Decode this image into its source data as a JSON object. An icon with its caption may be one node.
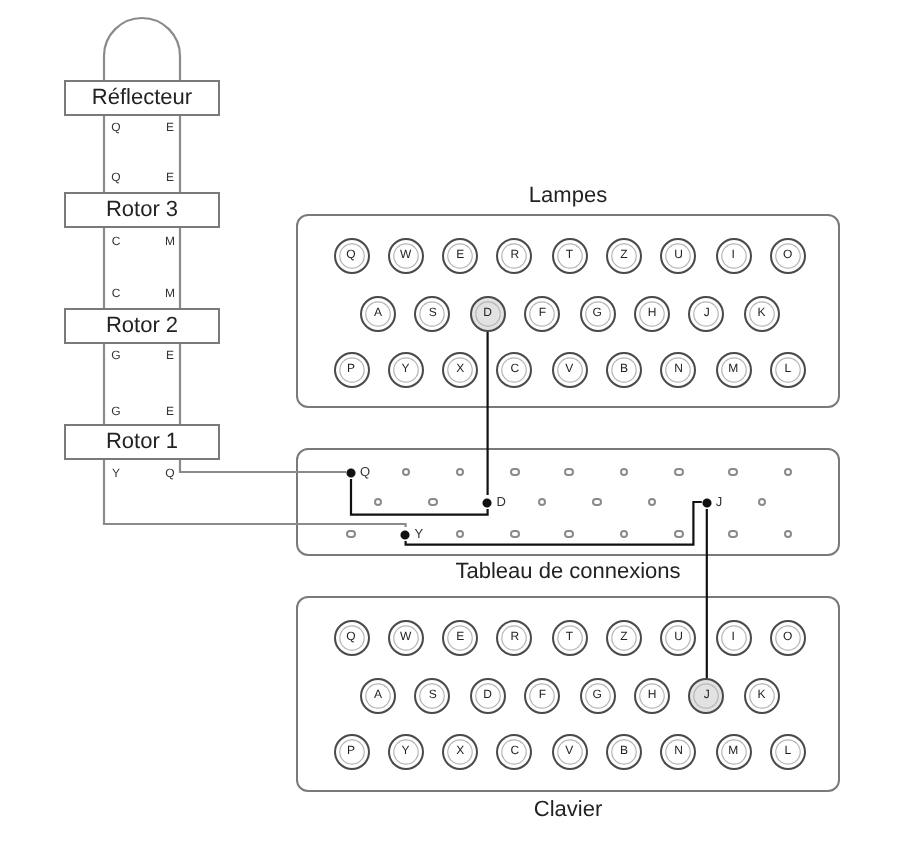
{
  "diagram": {
    "nodes": [
      {
        "text": [
          "Réflecteur"
        ]
      },
      {
        "text": [
          "Rotor 3"
        ]
      },
      {
        "text": [
          "Rotor 2"
        ]
      },
      {
        "text": [
          "Rotor 1"
        ]
      },
      {
        "text": [
          "Lampes"
        ]
      },
      {
        "text": [
          "Q"
        ],
        "in": 4
      },
      {
        "text": [
          "W"
        ],
        "in": 4
      },
      {
        "text": [
          "E"
        ],
        "in": 4
      },
      {
        "text": [
          "R"
        ],
        "in": 4
      },
      {
        "text": [
          "T"
        ],
        "in": 4
      },
      {
        "text": [
          "Z"
        ],
        "in": 4
      },
      {
        "text": [
          "U"
        ],
        "in": 4
      },
      {
        "text": [
          "I"
        ],
        "in": 4
      },
      {
        "text": [
          "O"
        ],
        "in": 4
      },
      {
        "text": [
          "A"
        ],
        "in": 4
      },
      {
        "text": [
          "S"
        ],
        "in": 4
      },
      {
        "text": [
          "D"
        ],
        "in": 4
      },
      {
        "text": [
          "F"
        ],
        "in": 4
      },
      {
        "text": [
          "G"
        ],
        "in": 4
      },
      {
        "text": [
          "H"
        ],
        "in": 4
      },
      {
        "text": [
          "J"
        ],
        "in": 4
      },
      {
        "text": [
          "K"
        ],
        "in": 4
      },
      {
        "text": [
          "P"
        ],
        "in": 4
      },
      {
        "text": [
          "Y"
        ],
        "in": 4
      },
      {
        "text": [
          "X"
        ],
        "in": 4
      },
      {
        "text": [
          "C"
        ],
        "in": 4
      },
      {
        "text": [
          "V"
        ],
        "in": 4
      },
      {
        "text": [
          "B"
        ],
        "in": 4
      },
      {
        "text": [
          "N"
        ],
        "in": 4
      },
      {
        "text": [
          "M"
        ],
        "in": 4
      },
      {
        "text": [
          "L"
        ],
        "in": 4
      },
      {
        "text": [
          "Tableau de connexions"
        ]
      },
      {
        "text": [
          "Q"
        ],
        "in": 31
      },
      {
        "text": [],
        "shape": "circle",
        "in": 31
      },
      {
        "text": [],
        "shape": "circle",
        "in": 31
      },
      {
        "text": [],
        "shape": "circle",
        "in": 31
      },
      {
        "text": [],
        "shape": "circle",
        "in": 31
      },
      {
        "text": [],
        "shape": "circle",
        "in": 31
      },
      {
        "text": [],
        "shape": "circle",
        "in": 31
      },
      {
        "text": [],
        "shape": "circle",
        "in": 31
      },
      {
        "text": [],
        "shape": "circle",
        "in": 31
      },
      {
        "text": [],
        "shape": "circle",
        "in": 31
      },
      {
        "text": [],
        "shape": "circle",
        "in": 31
      },
      {
        "text": [
          "D"
        ],
        "in": 31
      },
      {
        "text": [],
        "shape": "circle",
        "in": 31
      },
      {
        "text": [],
        "shape": "circle",
        "in": 31
      },
      {
        "text": [],
        "shape": "circle",
        "in": 31
      },
      {
        "text": [
          "J"
        ],
        "in": 31
      },
      {
        "text": [],
        "shape": "circle",
        "in": 31
      },
      {
        "text": [],
        "shape": "circle",
        "in": 31
      },
      {
        "text": [
          "Y"
        ],
        "in": 31
      },
      {
        "text": [],
        "shape": "circle",
        "in": 31
      },
      {
        "text": [],
        "shape": "circle",
        "in": 31
      },
      {
        "text": [],
        "shape": "circle",
        "in": 31
      },
      {
        "text": [],
        "shape": "circle",
        "in": 31
      },
      {
        "text": [],
        "shape": "circle",
        "in": 31
      },
      {
        "text": [],
        "shape": "circle",
        "in": 31
      },
      {
        "text": [],
        "shape": "circle",
        "in": 31
      },
      {
        "text": [
          "Clavier"
        ]
      },
      {
        "text": [
          "Q"
        ],
        "in": 58
      },
      {
        "text": [
          "W"
        ],
        "in": 58
      },
      {
        "text": [
          "E"
        ],
        "in": 58
      },
      {
        "text": [
          "R"
        ],
        "in": 58
      },
      {
        "text": [
          "T"
        ],
        "in": 58
      },
      {
        "text": [
          "Z"
        ],
        "in": 58
      },
      {
        "text": [
          "U"
        ],
        "in": 58
      },
      {
        "text": [
          "I"
        ],
        "in": 58
      },
      {
        "text": [
          "O"
        ],
        "in": 58
      },
      {
        "text": [
          "A"
        ],
        "in": 58
      },
      {
        "text": [
          "S"
        ],
        "in": 58
      },
      {
        "text": [
          "D"
        ],
        "in": 58
      },
      {
        "text": [
          "F"
        ],
        "in": 58
      },
      {
        "text": [
          "G"
        ],
        "in": 58
      },
      {
        "text": [
          "H"
        ],
        "in": 58
      },
      {
        "text": [
          "J"
        ],
        "in": 58
      },
      {
        "text": [
          "K"
        ],
        "in": 58
      },
      {
        "text": [
          "P"
        ],
        "in": 58
      },
      {
        "text": [
          "Y"
        ],
        "in": 58
      },
      {
        "text": [
          "X"
        ],
        "in": 58
      },
      {
        "text": [
          "C"
        ],
        "in": 58
      },
      {
        "text": [
          "V"
        ],
        "in": 58
      },
      {
        "text": [
          "B"
        ],
        "in": 58
      },
      {
        "text": [
          "N"
        ],
        "in": 58
      },
      {
        "text": [
          "M"
        ],
        "in": 58
      },
      {
        "text": [
          "L"
        ],
        "in": 58
      }
    ],
    "edges": [
      {
        "from": 0,
        "to": 0,
        "arrow": "none"
      },
      {
        "from": 0,
        "to": 1,
        "arrow": "none"
      },
      {
        "from": 0,
        "to": 1,
        "arrow": "none"
      },
      {
        "from": 1,
        "to": 2,
        "arrow": "none"
      },
      {
        "from": 1,
        "to": 2,
        "arrow": "none"
      },
      {
        "from": 2,
        "to": 3,
        "arrow": "none"
      },
      {
        "from": 2,
        "to": 3,
        "arrow": "none"
      },
      {
        "from": 3,
        "to": 32,
        "arrow": "none"
      },
      {
        "from": 3,
        "to": 50,
        "arrow": "none"
      },
      {
        "from": 32,
        "to": 43,
        "arrow": "none",
        "color": "#111111"
      },
      {
        "from": 43,
        "to": 16,
        "arrow": "none",
        "color": "#111111"
      },
      {
        "from": 47,
        "to": 50,
        "arrow": "none",
        "color": "#111111"
      },
      {
        "from": 74,
        "to": 47,
        "arrow": "none",
        "color": "#111111"
      }
    ],
    "labels": [
      "Q",
      "E",
      "Q",
      "E",
      "C",
      "M",
      "C",
      "M",
      "G",
      "E",
      "G",
      "E",
      "Y",
      "Q"
    ]
  }
}
